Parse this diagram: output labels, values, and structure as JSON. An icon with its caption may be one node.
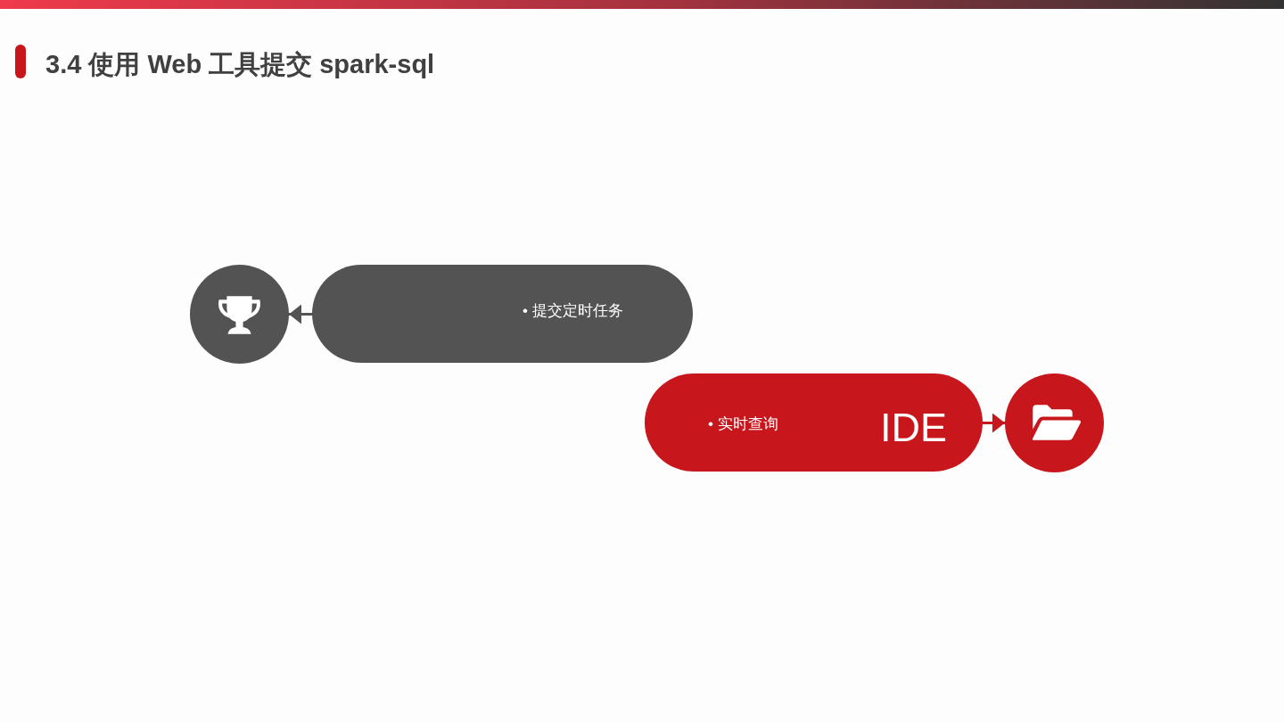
{
  "diagram": {
    "title": "3.4 使用 Web 工具提交 spark-sql",
    "nodes": [
      {
        "text": [],
        "shape": "circle"
      },
      {
        "text": [
          "• 提交定时任务"
        ]
      },
      {
        "text": [
          "• 实时查询",
          "IDE"
        ]
      },
      {
        "text": [],
        "shape": "circle"
      }
    ],
    "edges": [
      {
        "from": 1,
        "to": 0,
        "arrow": "to",
        "color": "#535353"
      },
      {
        "from": 2,
        "to": 3,
        "arrow": "to",
        "color": "#c8161d"
      }
    ]
  }
}
